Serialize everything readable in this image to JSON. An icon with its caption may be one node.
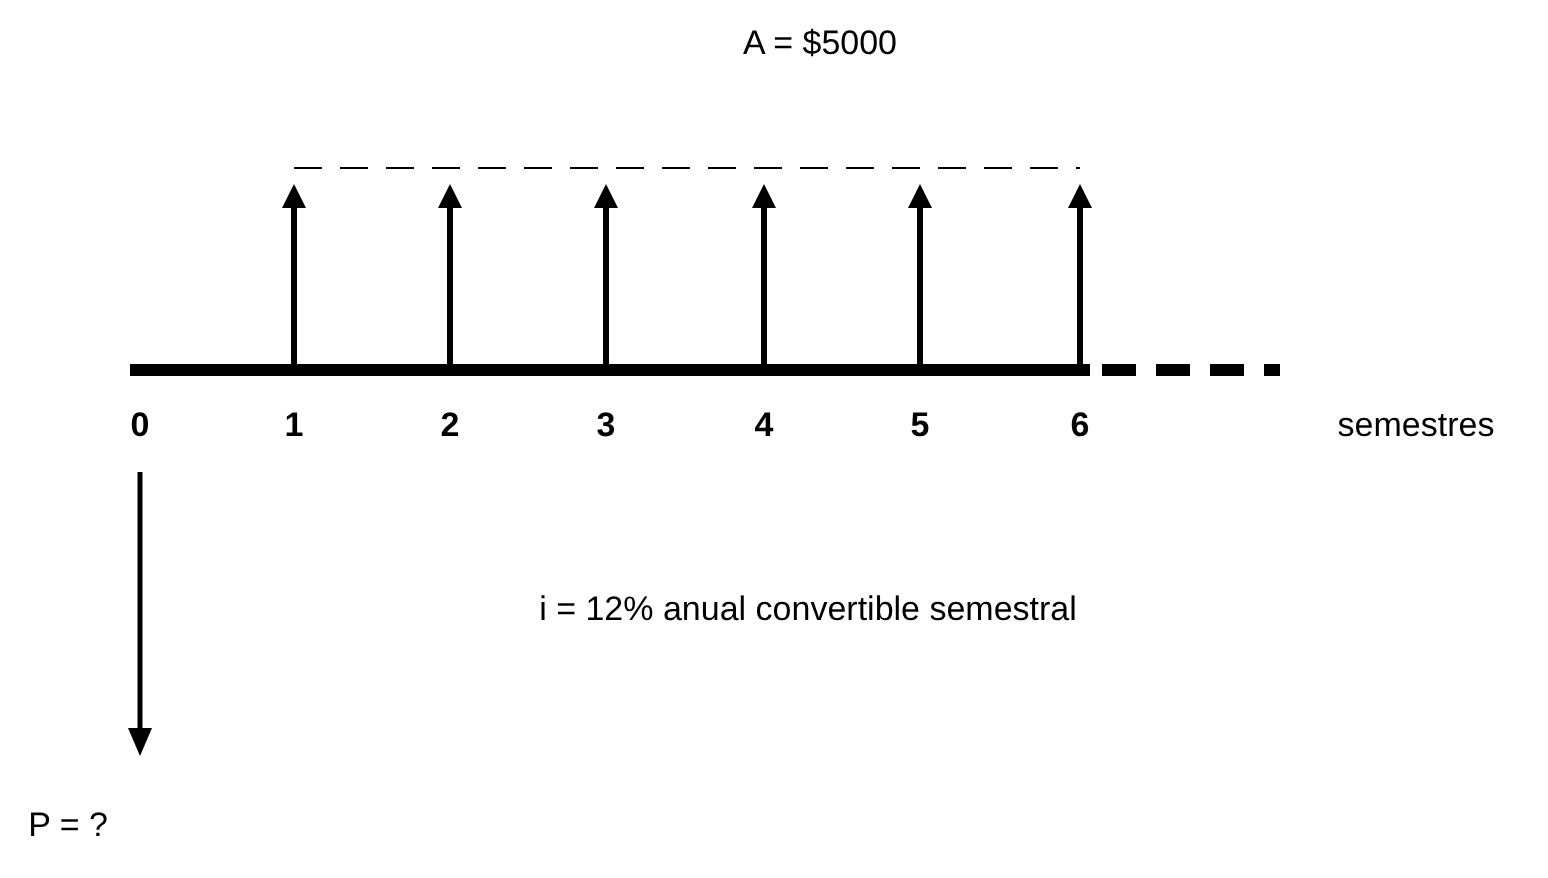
{
  "diagram": {
    "labels": [
      "A = $5000",
      "0",
      "1",
      "2",
      "3",
      "4",
      "5",
      "6",
      "semestres",
      "i = 12% anual convertible semestral",
      "P = ?"
    ]
  }
}
